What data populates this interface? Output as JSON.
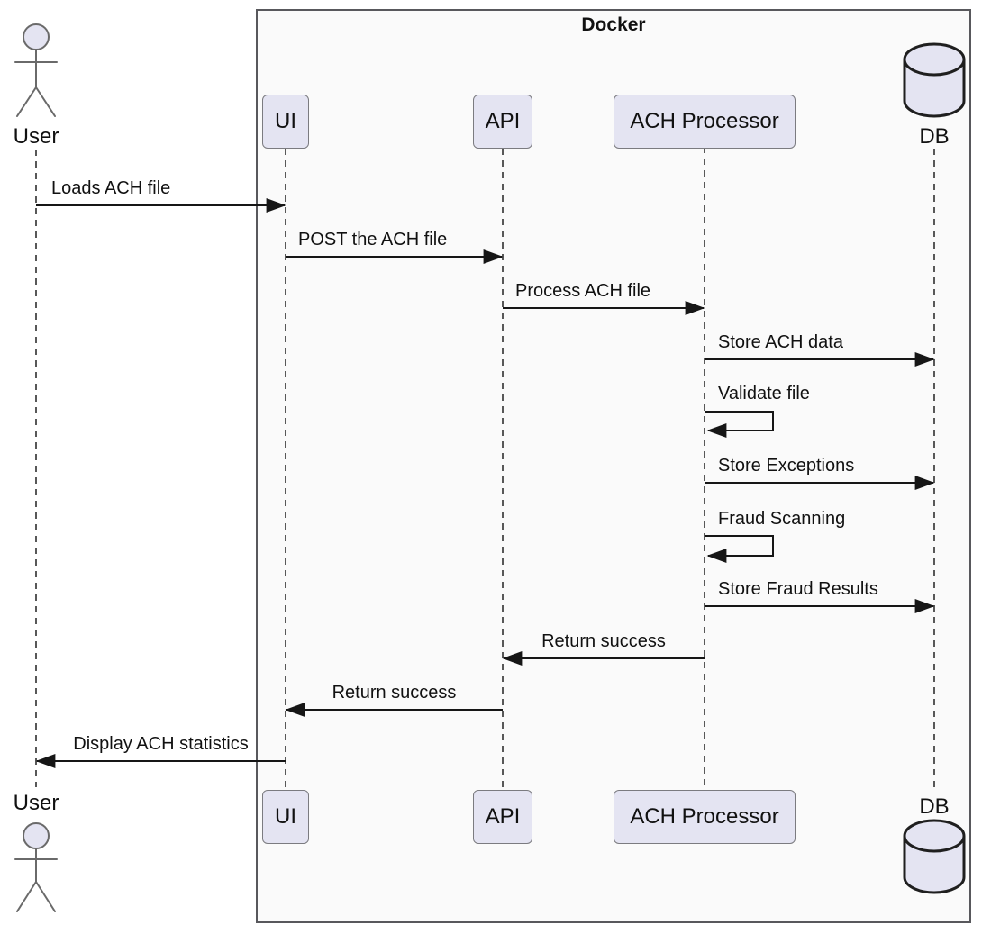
{
  "frame": {
    "title": "Docker"
  },
  "participants": [
    {
      "id": "user",
      "label": "User",
      "kind": "actor",
      "location": "outside-frame"
    },
    {
      "id": "ui",
      "label": "UI",
      "kind": "participant",
      "location": "inside-frame"
    },
    {
      "id": "api",
      "label": "API",
      "kind": "participant",
      "location": "inside-frame"
    },
    {
      "id": "ach",
      "label": "ACH Processor",
      "kind": "participant",
      "location": "inside-frame"
    },
    {
      "id": "db",
      "label": "DB",
      "kind": "database",
      "location": "inside-frame"
    }
  ],
  "messages": [
    {
      "label": "Loads ACH file",
      "from": "User",
      "to": "UI",
      "type": "arrow-right"
    },
    {
      "label": "POST the ACH file",
      "from": "UI",
      "to": "API",
      "type": "arrow-right"
    },
    {
      "label": "Process ACH file",
      "from": "API",
      "to": "ACH Processor",
      "type": "arrow-right"
    },
    {
      "label": "Store ACH data",
      "from": "ACH Processor",
      "to": "DB",
      "type": "arrow-right"
    },
    {
      "label": "Validate file",
      "from": "ACH Processor",
      "to": "ACH Processor",
      "type": "self-loop"
    },
    {
      "label": "Store Exceptions",
      "from": "ACH Processor",
      "to": "DB",
      "type": "arrow-right"
    },
    {
      "label": "Fraud Scanning",
      "from": "ACH Processor",
      "to": "ACH Processor",
      "type": "self-loop"
    },
    {
      "label": "Store Fraud Results",
      "from": "ACH Processor",
      "to": "DB",
      "type": "arrow-right"
    },
    {
      "label": "Return success",
      "from": "ACH Processor",
      "to": "API",
      "type": "arrow-left"
    },
    {
      "label": "Return success",
      "from": "API",
      "to": "UI",
      "type": "arrow-left"
    },
    {
      "label": "Display ACH statistics",
      "from": "UI",
      "to": "User",
      "type": "arrow-left"
    }
  ],
  "colors": {
    "participant_fill": "#e4e4f2",
    "participant_border": "#7b7b80",
    "frame_fill": "#fafafa",
    "frame_border": "#58585c",
    "line": "#161616",
    "lifeline": "#464646",
    "text": "#111111"
  }
}
